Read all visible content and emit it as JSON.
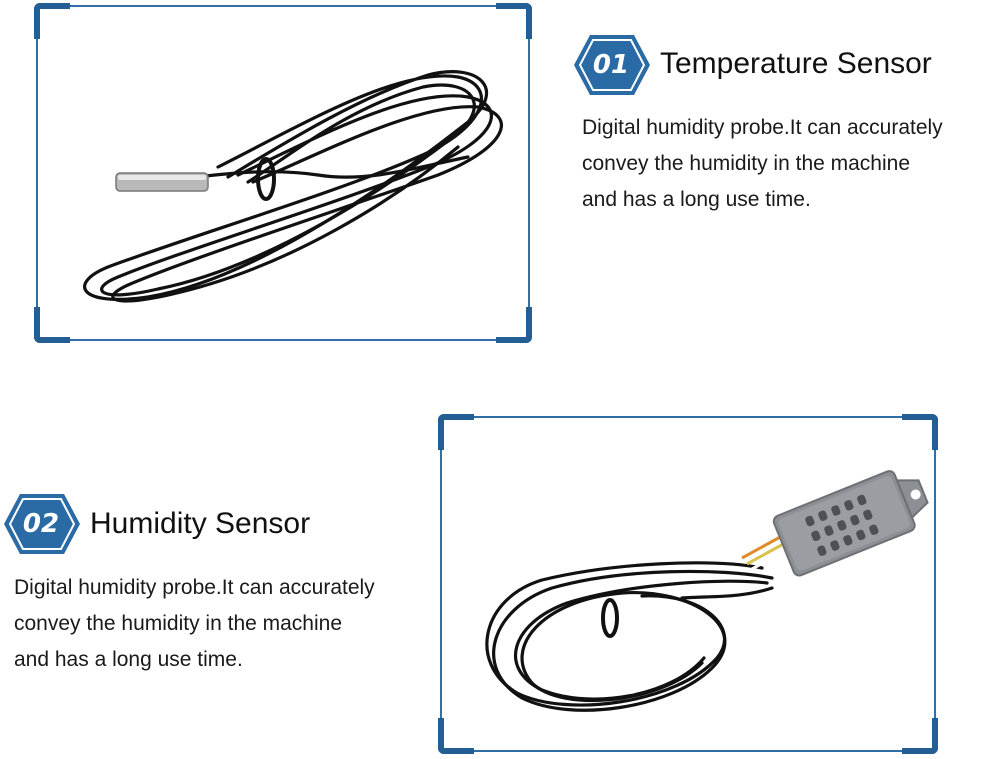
{
  "colors": {
    "accent": "#2f6fa6",
    "badge": "#2a6ba6",
    "text": "#1a1a1a"
  },
  "sections": [
    {
      "number": "01",
      "title": "Temperature Sensor",
      "description_lines": [
        "Digital humidity probe.It can accurately",
        "convey the humidity in the machine",
        "and has a long use time."
      ],
      "image": "temperature-probe-with-coiled-black-cable"
    },
    {
      "number": "02",
      "title": "Humidity Sensor",
      "description_lines": [
        "Digital humidity probe.It can accurately",
        "convey the humidity in the machine",
        "and has a long use time."
      ],
      "image": "grey-humidity-sensor-housing-with-coiled-black-cable"
    }
  ]
}
